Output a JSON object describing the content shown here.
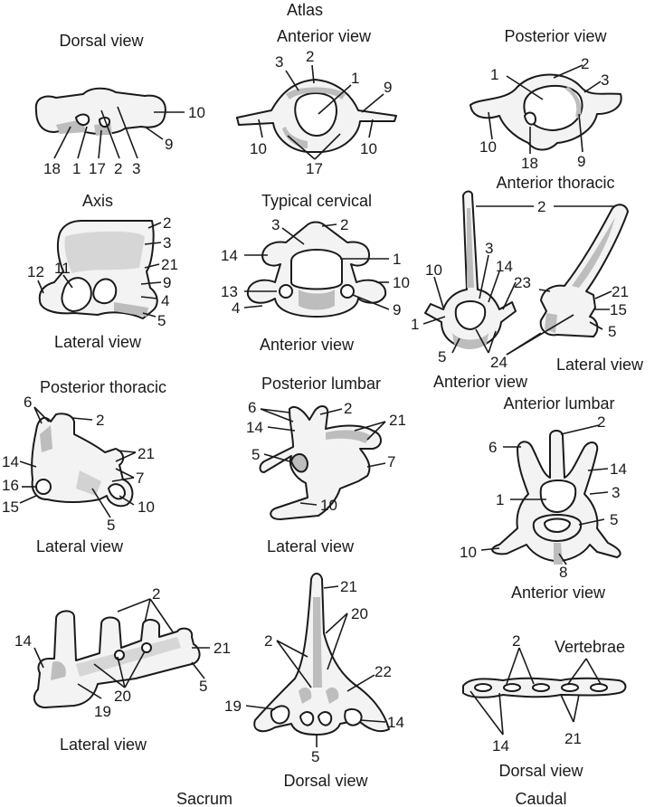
{
  "titles": {
    "atlas": "Atlas",
    "atlas_dorsal": "Dorsal view",
    "atlas_anterior": "Anterior view",
    "atlas_posterior": "Posterior view",
    "axis": "Axis",
    "axis_lateral": "Lateral view",
    "typical_cervical": "Typical cervical",
    "typical_cervical_anterior": "Anterior view",
    "anterior_thoracic": "Anterior thoracic",
    "anterior_thoracic_anterior": "Anterior view",
    "anterior_thoracic_lateral": "Lateral view",
    "posterior_thoracic": "Posterior thoracic",
    "posterior_thoracic_lateral": "Lateral view",
    "posterior_lumbar": "Posterior lumbar",
    "posterior_lumbar_lateral": "Lateral view",
    "anterior_lumbar": "Anterior lumbar",
    "anterior_lumbar_anterior": "Anterior view",
    "sacrum_lateral": "Lateral view",
    "sacrum_dorsal": "Dorsal view",
    "sacrum": "Sacrum",
    "caudal_vertebrae": "Vertebrae",
    "caudal_dorsal": "Dorsal view",
    "caudal": "Caudal"
  },
  "labels": {
    "a_dorsal": [
      "10",
      "9",
      "18",
      "1",
      "17",
      "2",
      "3"
    ],
    "a_anterior": [
      "3",
      "2",
      "1",
      "9",
      "10",
      "10",
      "17"
    ],
    "a_posterior": [
      "1",
      "2",
      "3",
      "10",
      "18",
      "9"
    ],
    "axis": [
      "2",
      "3",
      "21",
      "9",
      "4",
      "5",
      "12",
      "11"
    ],
    "cervical": [
      "3",
      "2",
      "14",
      "1",
      "10",
      "13",
      "4",
      "9"
    ],
    "ant_thoracic": [
      "2",
      "3",
      "14",
      "10",
      "23",
      "21",
      "15",
      "1",
      "5",
      "5",
      "24"
    ],
    "post_thoracic": [
      "6",
      "2",
      "21",
      "7",
      "14",
      "16",
      "15",
      "10",
      "5"
    ],
    "post_lumbar": [
      "6",
      "2",
      "14",
      "21",
      "5",
      "7",
      "10"
    ],
    "ant_lumbar": [
      "2",
      "6",
      "14",
      "3",
      "1",
      "5",
      "10",
      "8"
    ],
    "sacrum_lat": [
      "2",
      "14",
      "21",
      "5",
      "20",
      "19"
    ],
    "sacrum_dors": [
      "21",
      "20",
      "2",
      "22",
      "19",
      "14",
      "5"
    ],
    "caudal": [
      "2",
      "14",
      "21"
    ]
  }
}
